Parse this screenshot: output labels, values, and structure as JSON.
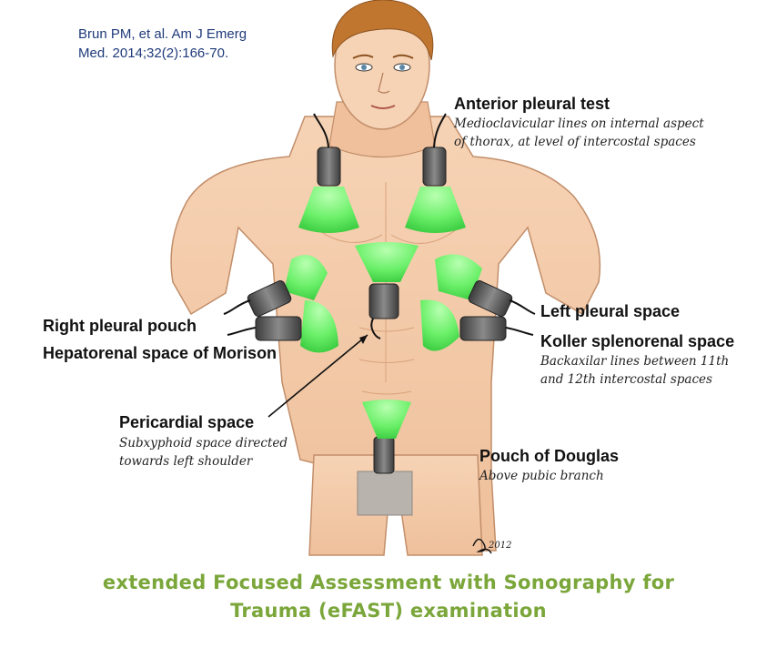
{
  "citation": {
    "line1": "Brun PM, et al. Am J Emerg",
    "line2": "Med. 2014;32(2):166-70."
  },
  "labels": {
    "anterior_pleural": {
      "title": "Anterior pleural test",
      "desc1": "Medioclavicular lines on internal aspect",
      "desc2": "of thorax, at level of intercostal spaces"
    },
    "left_pleural": {
      "title": "Left pleural space"
    },
    "koller": {
      "title": "Koller splenorenal space",
      "desc1": "Backaxilar lines between 11th",
      "desc2": "and 12th intercostal spaces"
    },
    "right_pleural": {
      "title": "Right pleural pouch"
    },
    "morison": {
      "title": "Hepatorenal space of Morison"
    },
    "pericardial": {
      "title": "Pericardial space",
      "desc1": "Subxyphoid space directed",
      "desc2": "towards left shoulder"
    },
    "douglas": {
      "title": "Pouch of Douglas",
      "desc1": "Above pubic branch"
    }
  },
  "signature": "2012",
  "caption": {
    "line1": "extended Focused Assessment with Sonography for",
    "line2": "Trauma (eFAST) examination"
  },
  "colors": {
    "skin": "#f4c9a6",
    "hair": "#c0762f",
    "probe_beam": "#6cf06a",
    "probe_body": "#555555",
    "caption": "#7aa63a",
    "citation": "#1f3a7a"
  }
}
